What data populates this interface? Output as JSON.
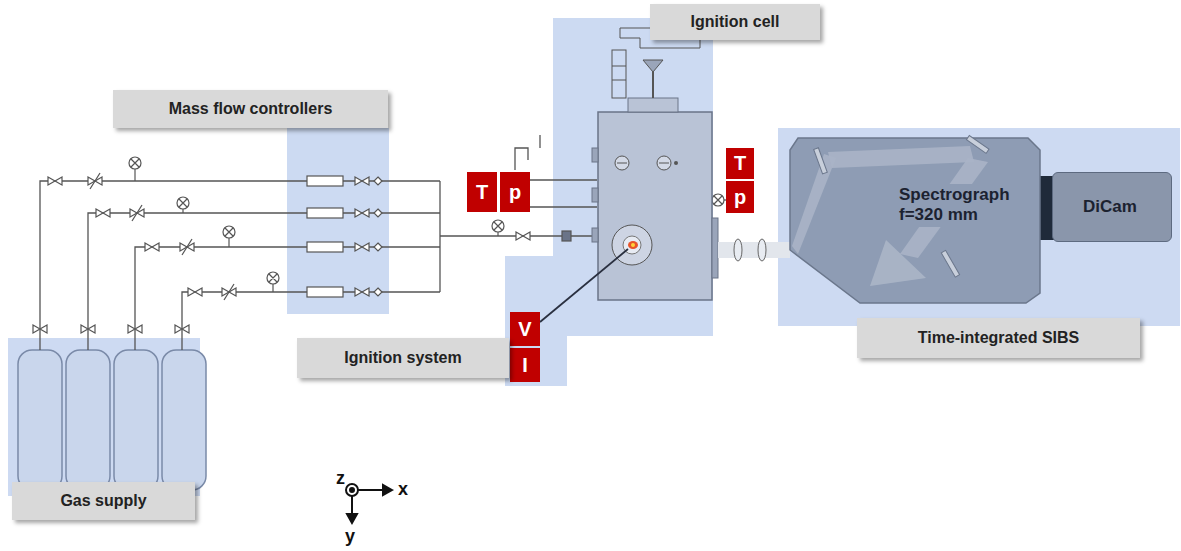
{
  "diagram": {
    "nodes": [
      {
        "text": [
          "Ignition cell"
        ]
      },
      {
        "text": [
          "Mass flow controllers"
        ]
      },
      {
        "text": [
          "T"
        ]
      },
      {
        "text": [
          "p"
        ]
      },
      {
        "text": [
          "T"
        ]
      },
      {
        "text": [
          "p"
        ]
      },
      {
        "text": [
          "V"
        ]
      },
      {
        "text": [
          "I"
        ]
      },
      {
        "text": [
          "Ignition system"
        ]
      },
      {
        "text": [
          "Spectrograph f=320 mm"
        ]
      },
      {
        "text": [
          "DiCam"
        ]
      },
      {
        "text": [
          "Time-integrated SIBS"
        ]
      },
      {
        "text": [
          "Gas supply"
        ]
      }
    ],
    "labels": [
      "z",
      "x",
      "y"
    ]
  }
}
